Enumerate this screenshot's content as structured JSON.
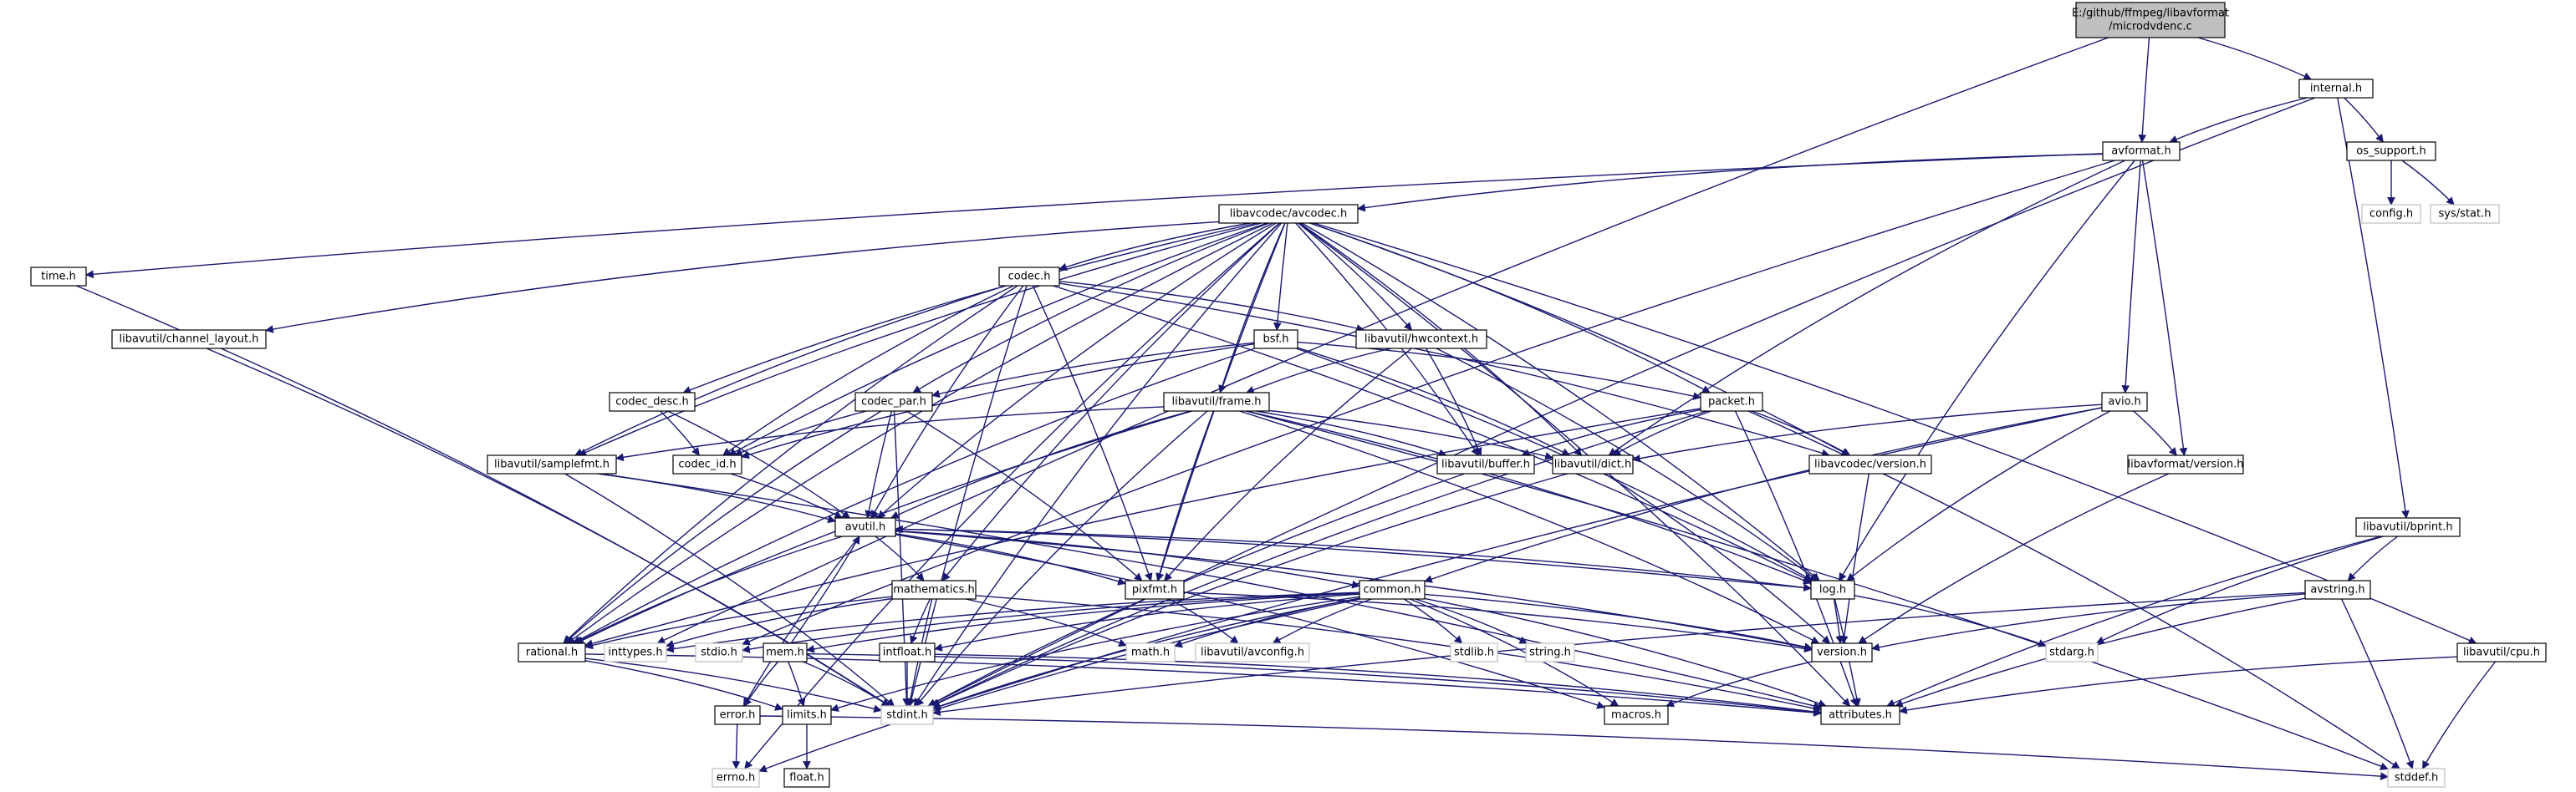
{
  "diagram": {
    "nodes": [
      {
        "id": "root",
        "label": "E:/github/ffmpeg/libavformat\n/microdvdenc.c",
        "kind": "root",
        "link": false
      },
      {
        "id": "internal",
        "label": "internal.h",
        "kind": "doc",
        "link": true
      },
      {
        "id": "avformat",
        "label": "avformat.h",
        "kind": "doc",
        "link": true
      },
      {
        "id": "os_support",
        "label": "os_support.h",
        "kind": "doc",
        "link": true
      },
      {
        "id": "config",
        "label": "config.h",
        "kind": "ext",
        "link": false
      },
      {
        "id": "sysstat",
        "label": "sys/stat.h",
        "kind": "ext",
        "link": false
      },
      {
        "id": "avcodec",
        "label": "libavcodec/avcodec.h",
        "kind": "doc",
        "link": true
      },
      {
        "id": "time",
        "label": "time.h",
        "kind": "doc",
        "link": true
      },
      {
        "id": "codec",
        "label": "codec.h",
        "kind": "doc",
        "link": true
      },
      {
        "id": "channel_layout",
        "label": "libavutil/channel_layout.h",
        "kind": "doc",
        "link": true
      },
      {
        "id": "bsf",
        "label": "bsf.h",
        "kind": "doc",
        "link": true
      },
      {
        "id": "hwcontext",
        "label": "libavutil/hwcontext.h",
        "kind": "doc",
        "link": true
      },
      {
        "id": "codec_desc",
        "label": "codec_desc.h",
        "kind": "doc",
        "link": true
      },
      {
        "id": "codec_par",
        "label": "codec_par.h",
        "kind": "doc",
        "link": true
      },
      {
        "id": "frame",
        "label": "libavutil/frame.h",
        "kind": "doc",
        "link": true
      },
      {
        "id": "packet",
        "label": "packet.h",
        "kind": "doc",
        "link": true
      },
      {
        "id": "avio",
        "label": "avio.h",
        "kind": "doc",
        "link": true
      },
      {
        "id": "samplefmt",
        "label": "libavutil/samplefmt.h",
        "kind": "doc",
        "link": true
      },
      {
        "id": "codec_id",
        "label": "codec_id.h",
        "kind": "doc",
        "link": true
      },
      {
        "id": "buffer",
        "label": "libavutil/buffer.h",
        "kind": "doc",
        "link": true
      },
      {
        "id": "dict",
        "label": "libavutil/dict.h",
        "kind": "doc",
        "link": true
      },
      {
        "id": "avcodec_version",
        "label": "libavcodec/version.h",
        "kind": "doc",
        "link": true
      },
      {
        "id": "avformat_version",
        "label": "libavformat/version.h",
        "kind": "doc",
        "link": true
      },
      {
        "id": "bprint",
        "label": "libavutil/bprint.h",
        "kind": "doc",
        "link": true
      },
      {
        "id": "avutil",
        "label": "avutil.h",
        "kind": "doc",
        "link": true
      },
      {
        "id": "mathematics",
        "label": "mathematics.h",
        "kind": "doc",
        "link": true
      },
      {
        "id": "pixfmt",
        "label": "pixfmt.h",
        "kind": "doc",
        "link": true
      },
      {
        "id": "common",
        "label": "common.h",
        "kind": "doc",
        "link": true
      },
      {
        "id": "log",
        "label": "log.h",
        "kind": "doc",
        "link": true
      },
      {
        "id": "avstring",
        "label": "avstring.h",
        "kind": "doc",
        "link": true
      },
      {
        "id": "rational",
        "label": "rational.h",
        "kind": "doc",
        "link": true
      },
      {
        "id": "inttypes",
        "label": "inttypes.h",
        "kind": "ext",
        "link": false
      },
      {
        "id": "stdio",
        "label": "stdio.h",
        "kind": "ext",
        "link": false
      },
      {
        "id": "mem",
        "label": "mem.h",
        "kind": "doc",
        "link": true
      },
      {
        "id": "intfloat",
        "label": "intfloat.h",
        "kind": "doc",
        "link": true
      },
      {
        "id": "math",
        "label": "math.h",
        "kind": "ext",
        "link": false
      },
      {
        "id": "avconfig",
        "label": "libavutil/avconfig.h",
        "kind": "ext",
        "link": false
      },
      {
        "id": "stdlib",
        "label": "stdlib.h",
        "kind": "ext",
        "link": false
      },
      {
        "id": "string",
        "label": "string.h",
        "kind": "ext",
        "link": false
      },
      {
        "id": "version",
        "label": "version.h",
        "kind": "doc",
        "link": true
      },
      {
        "id": "stdarg",
        "label": "stdarg.h",
        "kind": "ext",
        "link": false
      },
      {
        "id": "cpu",
        "label": "libavutil/cpu.h",
        "kind": "doc",
        "link": true
      },
      {
        "id": "error",
        "label": "error.h",
        "kind": "doc",
        "link": true
      },
      {
        "id": "limits",
        "label": "limits.h",
        "kind": "doc",
        "link": true
      },
      {
        "id": "stdint",
        "label": "stdint.h",
        "kind": "ext",
        "link": false
      },
      {
        "id": "macros",
        "label": "macros.h",
        "kind": "doc",
        "link": true
      },
      {
        "id": "attributes",
        "label": "attributes.h",
        "kind": "doc",
        "link": true
      },
      {
        "id": "errno",
        "label": "errno.h",
        "kind": "ext",
        "link": false
      },
      {
        "id": "float",
        "label": "float.h",
        "kind": "doc",
        "link": true
      },
      {
        "id": "stddef",
        "label": "stddef.h",
        "kind": "ext",
        "link": false
      }
    ],
    "edges": [
      [
        "root",
        "internal"
      ],
      [
        "root",
        "avformat"
      ],
      [
        "root",
        "inttypes"
      ],
      [
        "internal",
        "avformat"
      ],
      [
        "internal",
        "os_support"
      ],
      [
        "internal",
        "bprint"
      ],
      [
        "internal",
        "stdint"
      ],
      [
        "os_support",
        "config"
      ],
      [
        "os_support",
        "sysstat"
      ],
      [
        "avformat",
        "time"
      ],
      [
        "avformat",
        "avcodec"
      ],
      [
        "avformat",
        "avio"
      ],
      [
        "avformat",
        "dict"
      ],
      [
        "avformat",
        "log"
      ],
      [
        "avformat",
        "avformat_version"
      ],
      [
        "avformat",
        "stdio"
      ],
      [
        "time",
        "stdint"
      ],
      [
        "avcodec",
        "channel_layout"
      ],
      [
        "avcodec",
        "codec"
      ],
      [
        "avcodec",
        "bsf"
      ],
      [
        "avcodec",
        "hwcontext"
      ],
      [
        "avcodec",
        "codec_desc"
      ],
      [
        "avcodec",
        "codec_par"
      ],
      [
        "avcodec",
        "frame"
      ],
      [
        "avcodec",
        "packet"
      ],
      [
        "avcodec",
        "samplefmt"
      ],
      [
        "avcodec",
        "codec_id"
      ],
      [
        "avcodec",
        "buffer"
      ],
      [
        "avcodec",
        "dict"
      ],
      [
        "avcodec",
        "avcodec_version"
      ],
      [
        "avcodec",
        "avutil"
      ],
      [
        "avcodec",
        "pixfmt"
      ],
      [
        "avcodec",
        "log"
      ],
      [
        "avcodec",
        "rational"
      ],
      [
        "avcodec",
        "cpu"
      ],
      [
        "avcodec",
        "attributes"
      ],
      [
        "avcodec",
        "errno"
      ],
      [
        "avcodec",
        "stdint"
      ],
      [
        "avcodec",
        "mathematics"
      ],
      [
        "channel_layout",
        "stdint"
      ],
      [
        "codec",
        "samplefmt"
      ],
      [
        "codec",
        "codec_id"
      ],
      [
        "codec",
        "avutil"
      ],
      [
        "codec",
        "pixfmt"
      ],
      [
        "codec",
        "rational"
      ],
      [
        "codec",
        "hwcontext"
      ],
      [
        "codec",
        "log"
      ],
      [
        "codec",
        "avcodec_version"
      ],
      [
        "codec",
        "stdint"
      ],
      [
        "bsf",
        "codec_id"
      ],
      [
        "bsf",
        "codec_par"
      ],
      [
        "bsf",
        "packet"
      ],
      [
        "bsf",
        "dict"
      ],
      [
        "bsf",
        "log"
      ],
      [
        "bsf",
        "rational"
      ],
      [
        "hwcontext",
        "buffer"
      ],
      [
        "hwcontext",
        "frame"
      ],
      [
        "hwcontext",
        "log"
      ],
      [
        "hwcontext",
        "pixfmt"
      ],
      [
        "codec_desc",
        "codec_id"
      ],
      [
        "codec_desc",
        "avutil"
      ],
      [
        "codec_par",
        "codec_id"
      ],
      [
        "codec_par",
        "avutil"
      ],
      [
        "codec_par",
        "pixfmt"
      ],
      [
        "codec_par",
        "rational"
      ],
      [
        "codec_par",
        "stdint"
      ],
      [
        "frame",
        "samplefmt"
      ],
      [
        "frame",
        "avutil"
      ],
      [
        "frame",
        "buffer"
      ],
      [
        "frame",
        "dict"
      ],
      [
        "frame",
        "pixfmt"
      ],
      [
        "frame",
        "rational"
      ],
      [
        "frame",
        "version"
      ],
      [
        "frame",
        "log"
      ],
      [
        "frame",
        "stdint"
      ],
      [
        "frame",
        "stddef"
      ],
      [
        "packet",
        "buffer"
      ],
      [
        "packet",
        "dict"
      ],
      [
        "packet",
        "avcodec_version"
      ],
      [
        "packet",
        "rational"
      ],
      [
        "packet",
        "attributes"
      ],
      [
        "packet",
        "stdint"
      ],
      [
        "packet",
        "stddef"
      ],
      [
        "avio",
        "dict"
      ],
      [
        "avio",
        "log"
      ],
      [
        "avio",
        "avformat_version"
      ],
      [
        "avio",
        "common"
      ],
      [
        "avio",
        "stdint"
      ],
      [
        "samplefmt",
        "avutil"
      ],
      [
        "samplefmt",
        "attributes"
      ],
      [
        "samplefmt",
        "stdint"
      ],
      [
        "codec_id",
        "avutil"
      ],
      [
        "buffer",
        "stdint"
      ],
      [
        "dict",
        "stdint"
      ],
      [
        "dict",
        "version"
      ],
      [
        "avcodec_version",
        "version"
      ],
      [
        "avformat_version",
        "version"
      ],
      [
        "bprint",
        "avstring"
      ],
      [
        "bprint",
        "attributes"
      ],
      [
        "bprint",
        "stdarg"
      ],
      [
        "avutil",
        "common"
      ],
      [
        "avutil",
        "mathematics"
      ],
      [
        "avutil",
        "log"
      ],
      [
        "avutil",
        "pixfmt"
      ],
      [
        "avutil",
        "rational"
      ],
      [
        "avutil",
        "version"
      ],
      [
        "avutil",
        "macros"
      ],
      [
        "avutil",
        "error"
      ],
      [
        "mathematics",
        "rational"
      ],
      [
        "mathematics",
        "intfloat"
      ],
      [
        "mathematics",
        "attributes"
      ],
      [
        "mathematics",
        "math"
      ],
      [
        "mathematics",
        "stdint"
      ],
      [
        "mathematics",
        "inttypes"
      ],
      [
        "pixfmt",
        "avconfig"
      ],
      [
        "pixfmt",
        "version"
      ],
      [
        "common",
        "attributes"
      ],
      [
        "common",
        "macros"
      ],
      [
        "common",
        "version"
      ],
      [
        "common",
        "avconfig"
      ],
      [
        "common",
        "mem"
      ],
      [
        "common",
        "errno"
      ],
      [
        "common",
        "inttypes"
      ],
      [
        "common",
        "limits"
      ],
      [
        "common",
        "math"
      ],
      [
        "common",
        "stdint"
      ],
      [
        "common",
        "stdio"
      ],
      [
        "common",
        "stdlib"
      ],
      [
        "common",
        "string"
      ],
      [
        "common",
        "intfloat"
      ],
      [
        "log",
        "avutil"
      ],
      [
        "log",
        "attributes"
      ],
      [
        "log",
        "version"
      ],
      [
        "log",
        "stdarg"
      ],
      [
        "avstring",
        "attributes"
      ],
      [
        "avstring",
        "stddef"
      ],
      [
        "avstring",
        "stdint"
      ],
      [
        "avstring",
        "version"
      ],
      [
        "rational",
        "attributes"
      ],
      [
        "rational",
        "limits"
      ],
      [
        "rational",
        "stdint"
      ],
      [
        "mem",
        "attributes"
      ],
      [
        "mem",
        "avutil"
      ],
      [
        "mem",
        "error"
      ],
      [
        "mem",
        "limits"
      ],
      [
        "mem",
        "stdint"
      ],
      [
        "intfloat",
        "attributes"
      ],
      [
        "intfloat",
        "stdint"
      ],
      [
        "version",
        "macros"
      ],
      [
        "cpu",
        "attributes"
      ],
      [
        "cpu",
        "stddef"
      ],
      [
        "error",
        "errno"
      ],
      [
        "error",
        "stddef"
      ],
      [
        "limits",
        "float"
      ]
    ]
  }
}
